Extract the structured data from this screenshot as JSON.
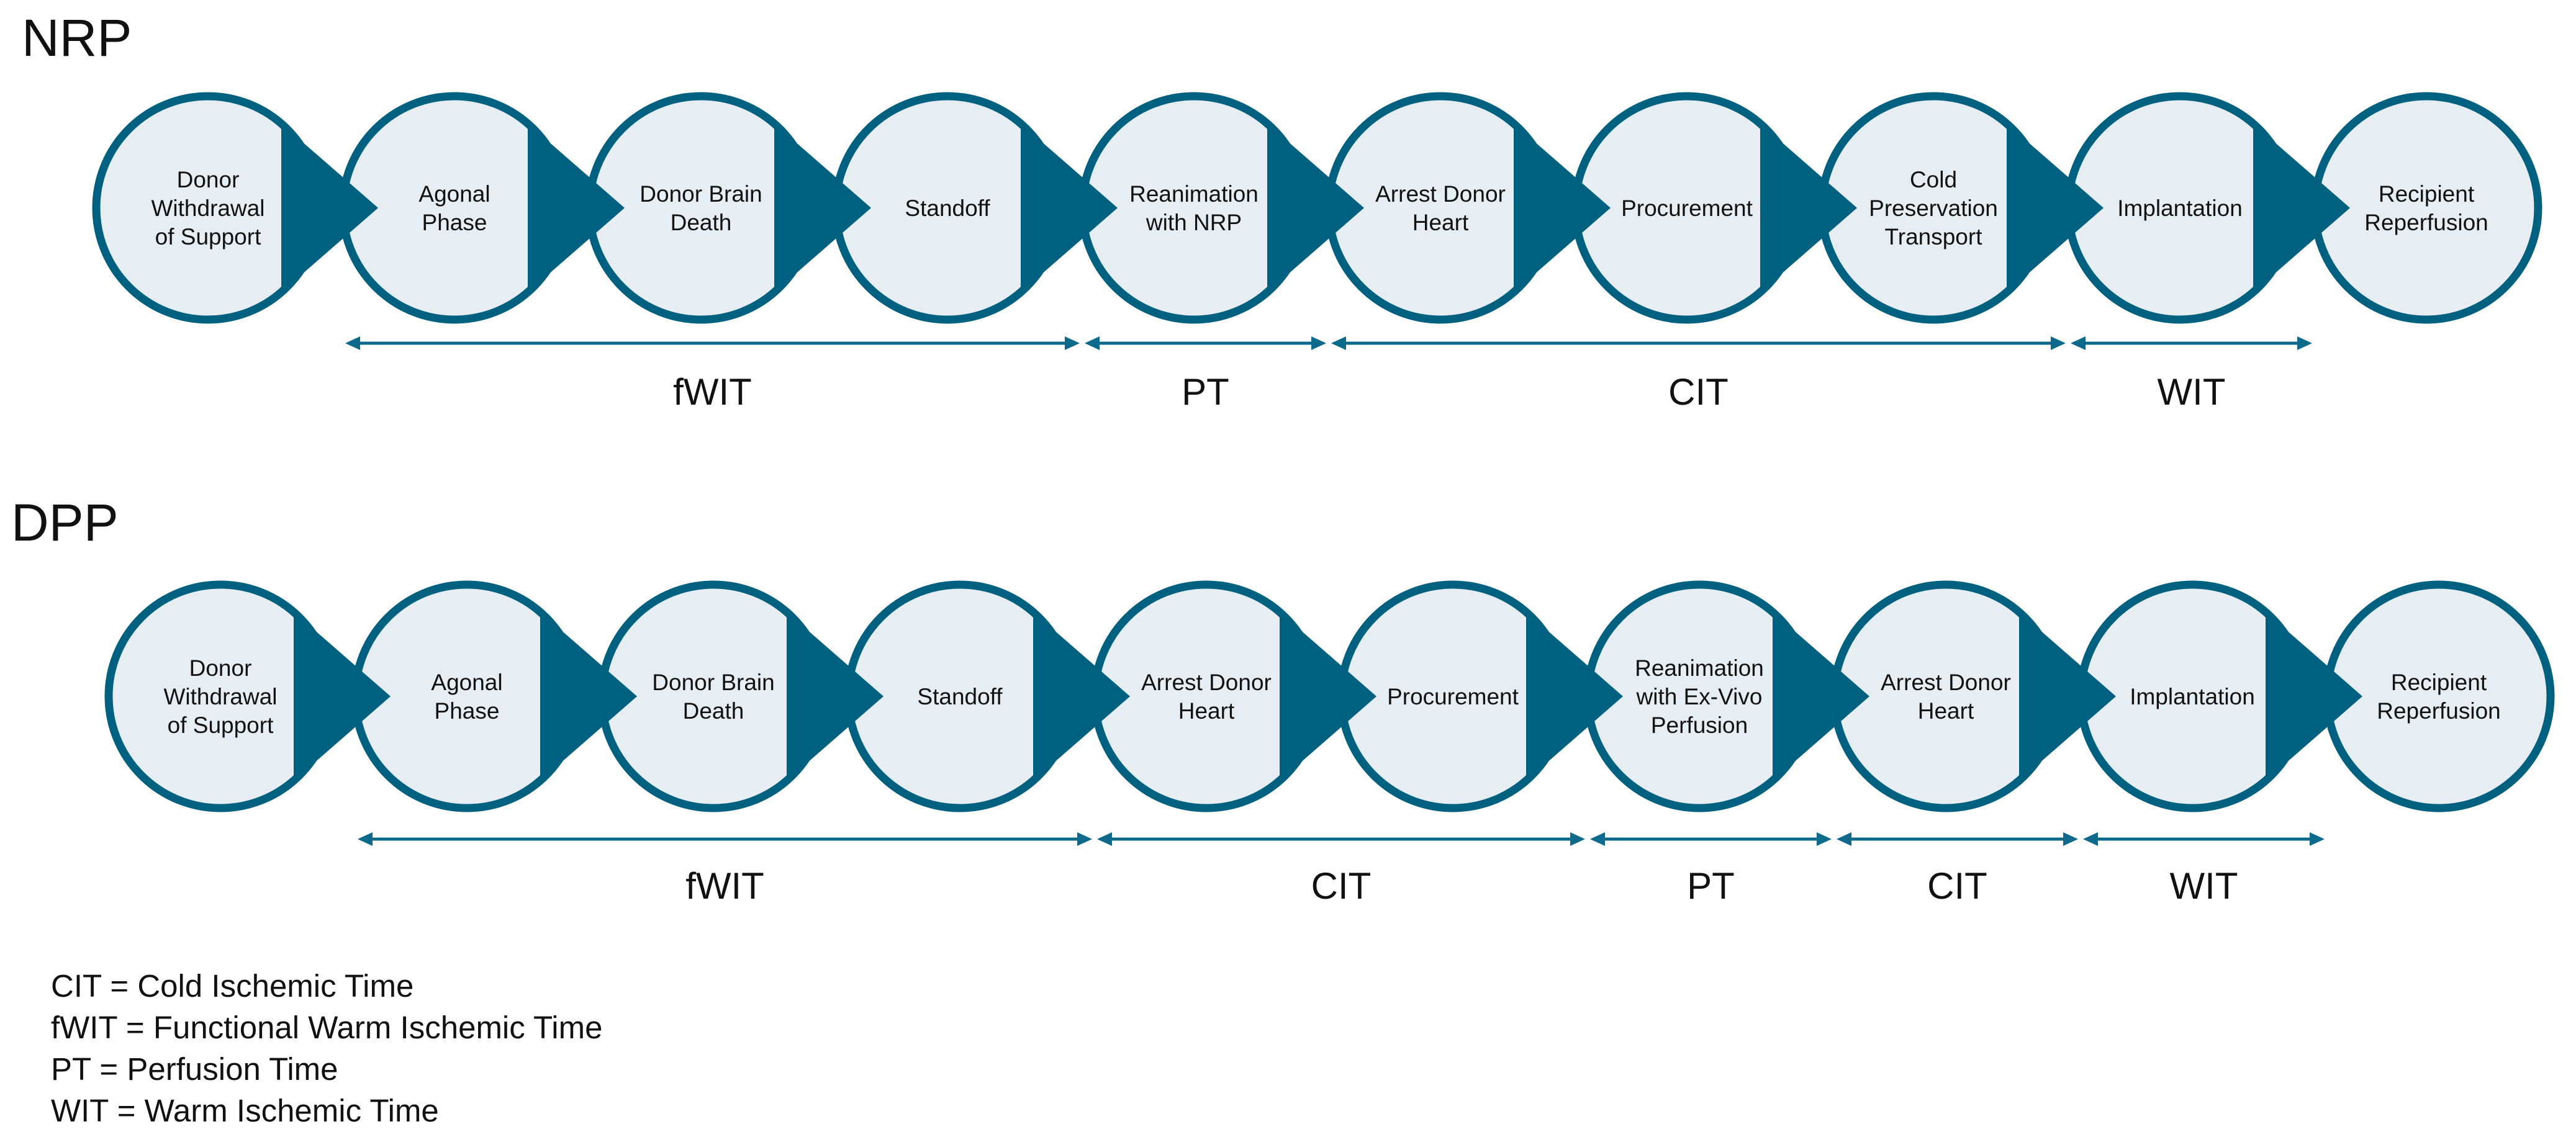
{
  "colors": {
    "circle_fill": "#e6eef3",
    "circle_stroke": "#00607f",
    "arrow_color": "#0d6a8b",
    "text": "#111111"
  },
  "sections": [
    {
      "title": "NRP",
      "steps": [
        {
          "label": [
            "Donor",
            "Withdrawal",
            "of Support"
          ]
        },
        {
          "label": [
            "Agonal",
            "Phase"
          ]
        },
        {
          "label": [
            "Donor Brain",
            "Death"
          ]
        },
        {
          "label": [
            "Standoff"
          ]
        },
        {
          "label": [
            "Reanimation",
            "with NRP"
          ]
        },
        {
          "label": [
            "Arrest Donor",
            "Heart"
          ]
        },
        {
          "label": [
            "Procurement"
          ]
        },
        {
          "label": [
            "Cold",
            "Preservation",
            "Transport"
          ]
        },
        {
          "label": [
            "Implantation"
          ]
        },
        {
          "label": [
            "Recipient",
            "Reperfusion"
          ]
        }
      ],
      "spans": [
        {
          "label": "fWIT",
          "from_step": 1,
          "to_step": 4
        },
        {
          "label": "PT",
          "from_step": 4,
          "to_step": 5
        },
        {
          "label": "CIT",
          "from_step": 5,
          "to_step": 8
        },
        {
          "label": "WIT",
          "from_step": 8,
          "to_step": 9
        }
      ]
    },
    {
      "title": "DPP",
      "steps": [
        {
          "label": [
            "Donor",
            "Withdrawal",
            "of Support"
          ]
        },
        {
          "label": [
            "Agonal",
            "Phase"
          ]
        },
        {
          "label": [
            "Donor Brain",
            "Death"
          ]
        },
        {
          "label": [
            "Standoff"
          ]
        },
        {
          "label": [
            "Arrest Donor",
            "Heart"
          ]
        },
        {
          "label": [
            "Procurement"
          ]
        },
        {
          "label": [
            "Reanimation",
            "with Ex-Vivo",
            "Perfusion"
          ]
        },
        {
          "label": [
            "Arrest Donor",
            "Heart"
          ]
        },
        {
          "label": [
            "Implantation"
          ]
        },
        {
          "label": [
            "Recipient",
            "Reperfusion"
          ]
        }
      ],
      "spans": [
        {
          "label": "fWIT",
          "from_step": 1,
          "to_step": 4
        },
        {
          "label": "CIT",
          "from_step": 4,
          "to_step": 6
        },
        {
          "label": "PT",
          "from_step": 6,
          "to_step": 7
        },
        {
          "label": "CIT",
          "from_step": 7,
          "to_step": 8
        },
        {
          "label": "WIT",
          "from_step": 8,
          "to_step": 9
        }
      ]
    }
  ],
  "legend": [
    "CIT = Cold Ischemic Time",
    "fWIT = Functional Warm Ischemic Time",
    "PT = Perfusion Time",
    "WIT = Warm Ischemic Time"
  ]
}
